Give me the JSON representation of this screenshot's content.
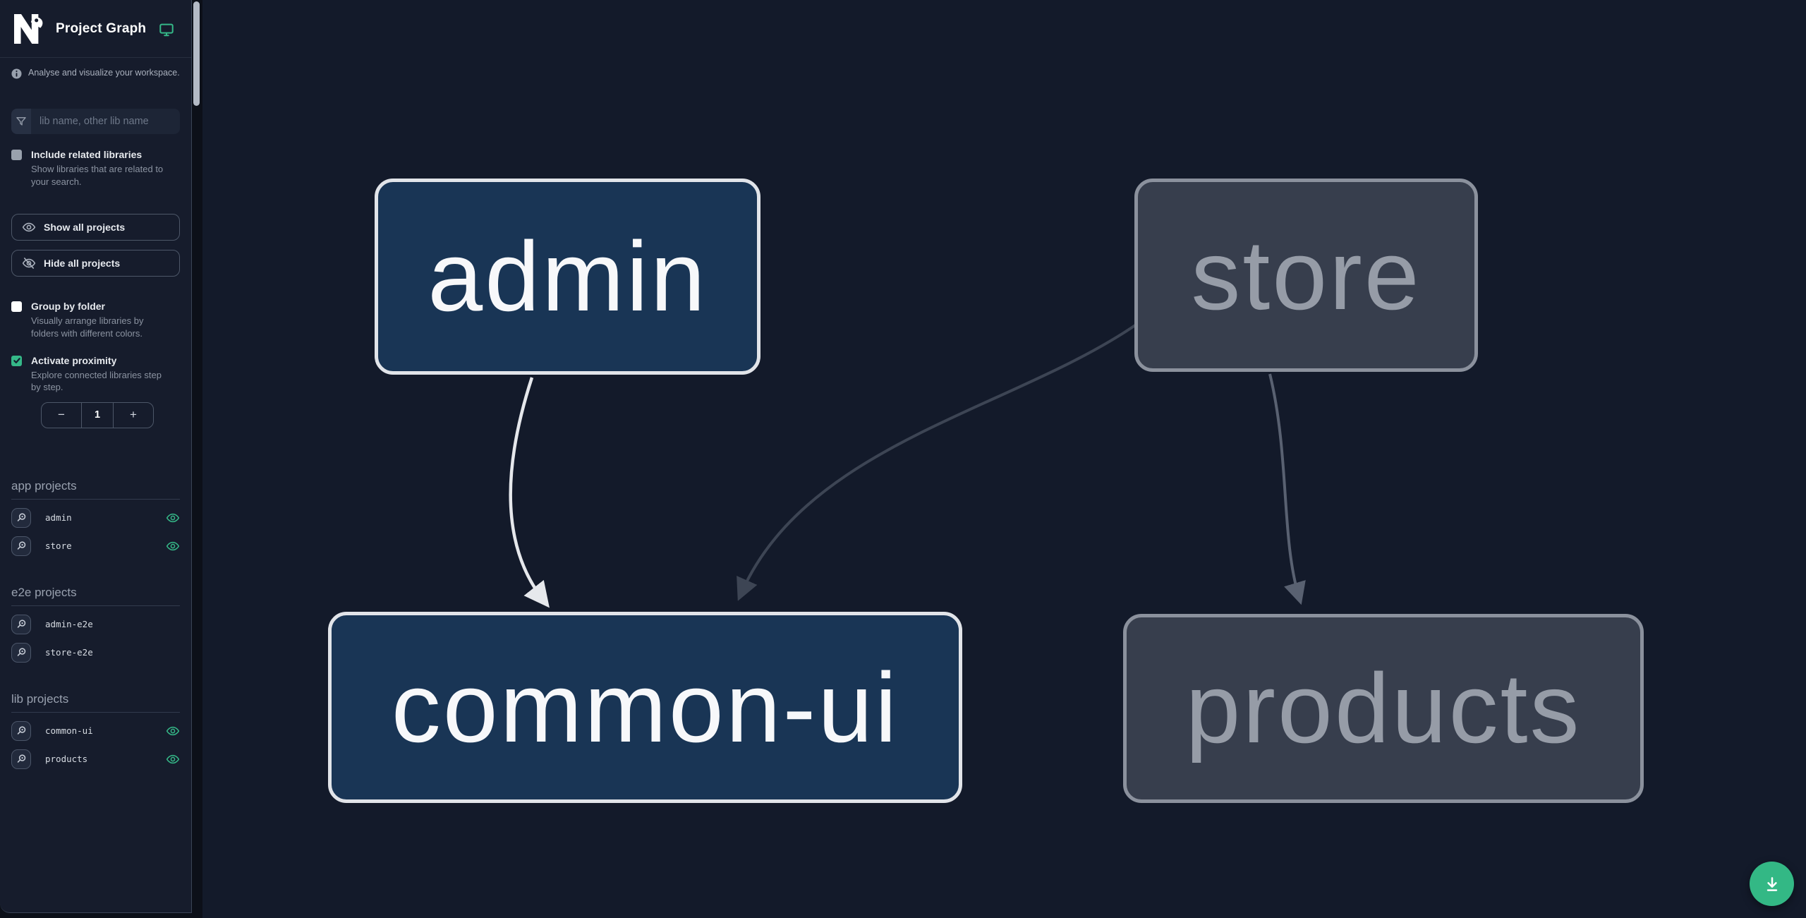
{
  "header": {
    "title": "Project Graph",
    "logo_icon": "nx-logo",
    "toolbar_icon": "monitor-icon"
  },
  "sidebar": {
    "tagline": "Analyse and visualize your workspace.",
    "filter": {
      "placeholder": "lib name, other lib name",
      "value": "",
      "icon": "funnel-icon"
    },
    "checkboxes": [
      {
        "label": "Include related libraries",
        "description": "Show libraries that are related to your search.",
        "checked": false,
        "disabled": true
      },
      {
        "label": "Group by folder",
        "description": "Visually arrange libraries by folders with different colors.",
        "checked": false,
        "disabled": false
      },
      {
        "label": "Activate proximity",
        "description": "Explore connected libraries step by step.",
        "checked": true,
        "disabled": false
      }
    ],
    "buttons": [
      {
        "label": "Show all projects",
        "icon": "eye-icon"
      },
      {
        "label": "Hide all projects",
        "icon": "eye-off-icon"
      }
    ],
    "proximity_stepper": {
      "decrement": "−",
      "value": "1",
      "increment": "+"
    },
    "sections": [
      {
        "title": "app projects",
        "items": [
          {
            "name": "admin",
            "visible": true
          },
          {
            "name": "store",
            "visible": true
          }
        ]
      },
      {
        "title": "e2e projects",
        "items": [
          {
            "name": "admin-e2e",
            "visible": false
          },
          {
            "name": "store-e2e",
            "visible": false
          }
        ]
      },
      {
        "title": "lib projects",
        "items": [
          {
            "name": "common-ui",
            "visible": true
          },
          {
            "name": "products",
            "visible": true
          }
        ]
      }
    ]
  },
  "graph": {
    "nodes": [
      {
        "label": "admin",
        "state": "focused"
      },
      {
        "label": "store",
        "state": "faded"
      },
      {
        "label": "common-ui",
        "state": "focused"
      },
      {
        "label": "products",
        "state": "faded"
      }
    ],
    "edges": [
      {
        "from": "admin",
        "to": "common-ui",
        "color": "#e6e8ec"
      },
      {
        "from": "store",
        "to": "common-ui",
        "color": "#3d4554"
      },
      {
        "from": "store",
        "to": "products",
        "color": "#596171"
      }
    ]
  },
  "fab": {
    "icon": "download-icon",
    "color": "#33b885"
  },
  "colors": {
    "accent_teal": "#35b888",
    "sidebar_bg": "#161c2c",
    "canvas_bg": "#131a2a",
    "node_focused_fill": "#193555",
    "node_focused_border": "#e1e4e9",
    "node_faded_fill": "#373e4d",
    "node_faded_border": "#8b919d",
    "checkbox_checked": "#35b888"
  }
}
